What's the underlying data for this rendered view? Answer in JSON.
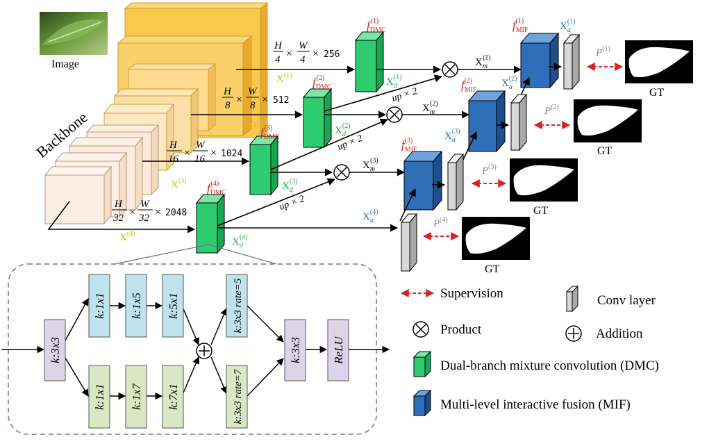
{
  "image_label": "Image",
  "backbone_label": "Backbone",
  "features": [
    {
      "frac_num": "H",
      "frac_den": "4",
      "frac2_num": "W",
      "frac2_den": "4",
      "channels": "256",
      "x_label": "X",
      "x_sup": "(1)"
    },
    {
      "frac_num": "H",
      "frac_den": "8",
      "frac2_num": "W",
      "frac2_den": "8",
      "channels": "512",
      "x_label": "X",
      "x_sup": "(2)"
    },
    {
      "frac_num": "H",
      "frac_den": "16",
      "frac2_num": "W",
      "frac2_den": "16",
      "channels": "1024",
      "x_label": "X",
      "x_sup": "(3)"
    },
    {
      "frac_num": "H",
      "frac_den": "32",
      "frac2_num": "W",
      "frac2_den": "32",
      "channels": "2048",
      "x_label": "X",
      "x_sup": "(4)"
    }
  ],
  "dmc": [
    {
      "f": "f",
      "sub": "DMC",
      "sup": "(1)",
      "xd": "X",
      "xd_sub": "d",
      "xd_sup": "(1)"
    },
    {
      "f": "f",
      "sub": "DMC",
      "sup": "(2)",
      "xd": "X",
      "xd_sub": "d",
      "xd_sup": "(2)"
    },
    {
      "f": "f",
      "sub": "DMC",
      "sup": "(3)",
      "xd": "X",
      "xd_sub": "d",
      "xd_sup": "(3)"
    },
    {
      "f": "f",
      "sub": "DMC",
      "sup": "(4)",
      "xd": "X",
      "xd_sub": "d",
      "xd_sup": "(4)"
    }
  ],
  "mif": [
    {
      "f": "f",
      "sub": "MIF",
      "sup": "(1)",
      "xa": "X",
      "xa_sub": "a",
      "xa_sup": "(1)"
    },
    {
      "f": "f",
      "sub": "MIF",
      "sup": "(2)",
      "xa": "X",
      "xa_sub": "a",
      "xa_sup": "(2)"
    },
    {
      "f": "f",
      "sub": "MIF",
      "sup": "(3)",
      "xa": "X",
      "xa_sub": "a",
      "xa_sup": "(3)"
    },
    {
      "xa": "X",
      "xa_sub": "a",
      "xa_sup": "(4)"
    }
  ],
  "xm": [
    {
      "x": "X",
      "sub": "m",
      "sup": "(1)"
    },
    {
      "x": "X",
      "sub": "m",
      "sup": "(2)"
    },
    {
      "x": "X",
      "sub": "m",
      "sup": "(3)"
    }
  ],
  "up_label": "up × 2",
  "predictions": [
    {
      "p": "P",
      "sup": "(1)",
      "gt": "GT"
    },
    {
      "p": "P",
      "sup": "(2)",
      "gt": "GT"
    },
    {
      "p": "P",
      "sup": "(3)",
      "gt": "GT"
    },
    {
      "p": "P",
      "sup": "(4)",
      "gt": "GT"
    }
  ],
  "dmc_detail": {
    "first": "k:3x3",
    "top": [
      "k:1x1",
      "k:1x5",
      "k:5x1",
      "k:3x3 rate=5"
    ],
    "bottom": [
      "k:1x1",
      "k:1x7",
      "k:7x1",
      "k:3x3 rate=7"
    ],
    "after": [
      "k:3x3",
      "ReLU"
    ]
  },
  "legend": {
    "supervision": "Supervision",
    "conv_layer": "Conv layer",
    "product": "Product",
    "addition": "Addition",
    "dmc": "Dual-branch mixture convolution (DMC)",
    "mif": "Multi-level interactive fusion (MIF)"
  },
  "colors": {
    "backbone_yellow": "#f7c14a",
    "backbone_pale": "#fbe6d3",
    "dmc_green": "#2ecc71",
    "mif_blue": "#2e6fb8",
    "conv_gray": "#d8d8d8",
    "red": "#e0201b",
    "x_yellow": "#e8b400",
    "xd_green": "#1fa64a",
    "xa_blue": "#1f6fb8",
    "box_blue": "#bfe3ec",
    "box_green": "#d9e7c4",
    "box_lavender": "#dcd5ea",
    "dash_purple": "#7a6aa0"
  }
}
